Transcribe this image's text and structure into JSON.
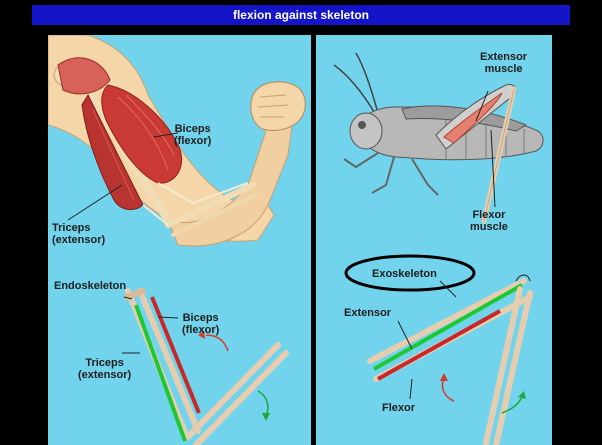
{
  "title": "flexion against skeleton",
  "colors": {
    "background": "#000000",
    "title_bar": "#1414c8",
    "panel": "#72d4ec",
    "bone": "#e6cdb0",
    "muscle_extensor": "#1ec832",
    "muscle_flexor": "#c82828",
    "arrow_red": "#d83a2a",
    "arrow_green": "#1ea83c"
  },
  "left_panel": {
    "human_arm": {
      "biceps_label": "Biceps",
      "biceps_sub": "(flexor)",
      "triceps_label": "Triceps",
      "triceps_sub": "(extensor)"
    },
    "endoskeleton_diagram": {
      "skeleton_label": "Endoskeleton",
      "biceps_label": "Biceps",
      "biceps_sub": "(flexor)",
      "triceps_label": "Triceps",
      "triceps_sub": "(extensor)"
    }
  },
  "right_panel": {
    "grasshopper": {
      "extensor_label": "Extensor",
      "extensor_sub": "muscle",
      "flexor_label": "Flexor",
      "flexor_sub": "muscle"
    },
    "exoskeleton_diagram": {
      "skeleton_label": "Exoskeleton",
      "extensor_label": "Extensor",
      "flexor_label": "Flexor"
    }
  }
}
